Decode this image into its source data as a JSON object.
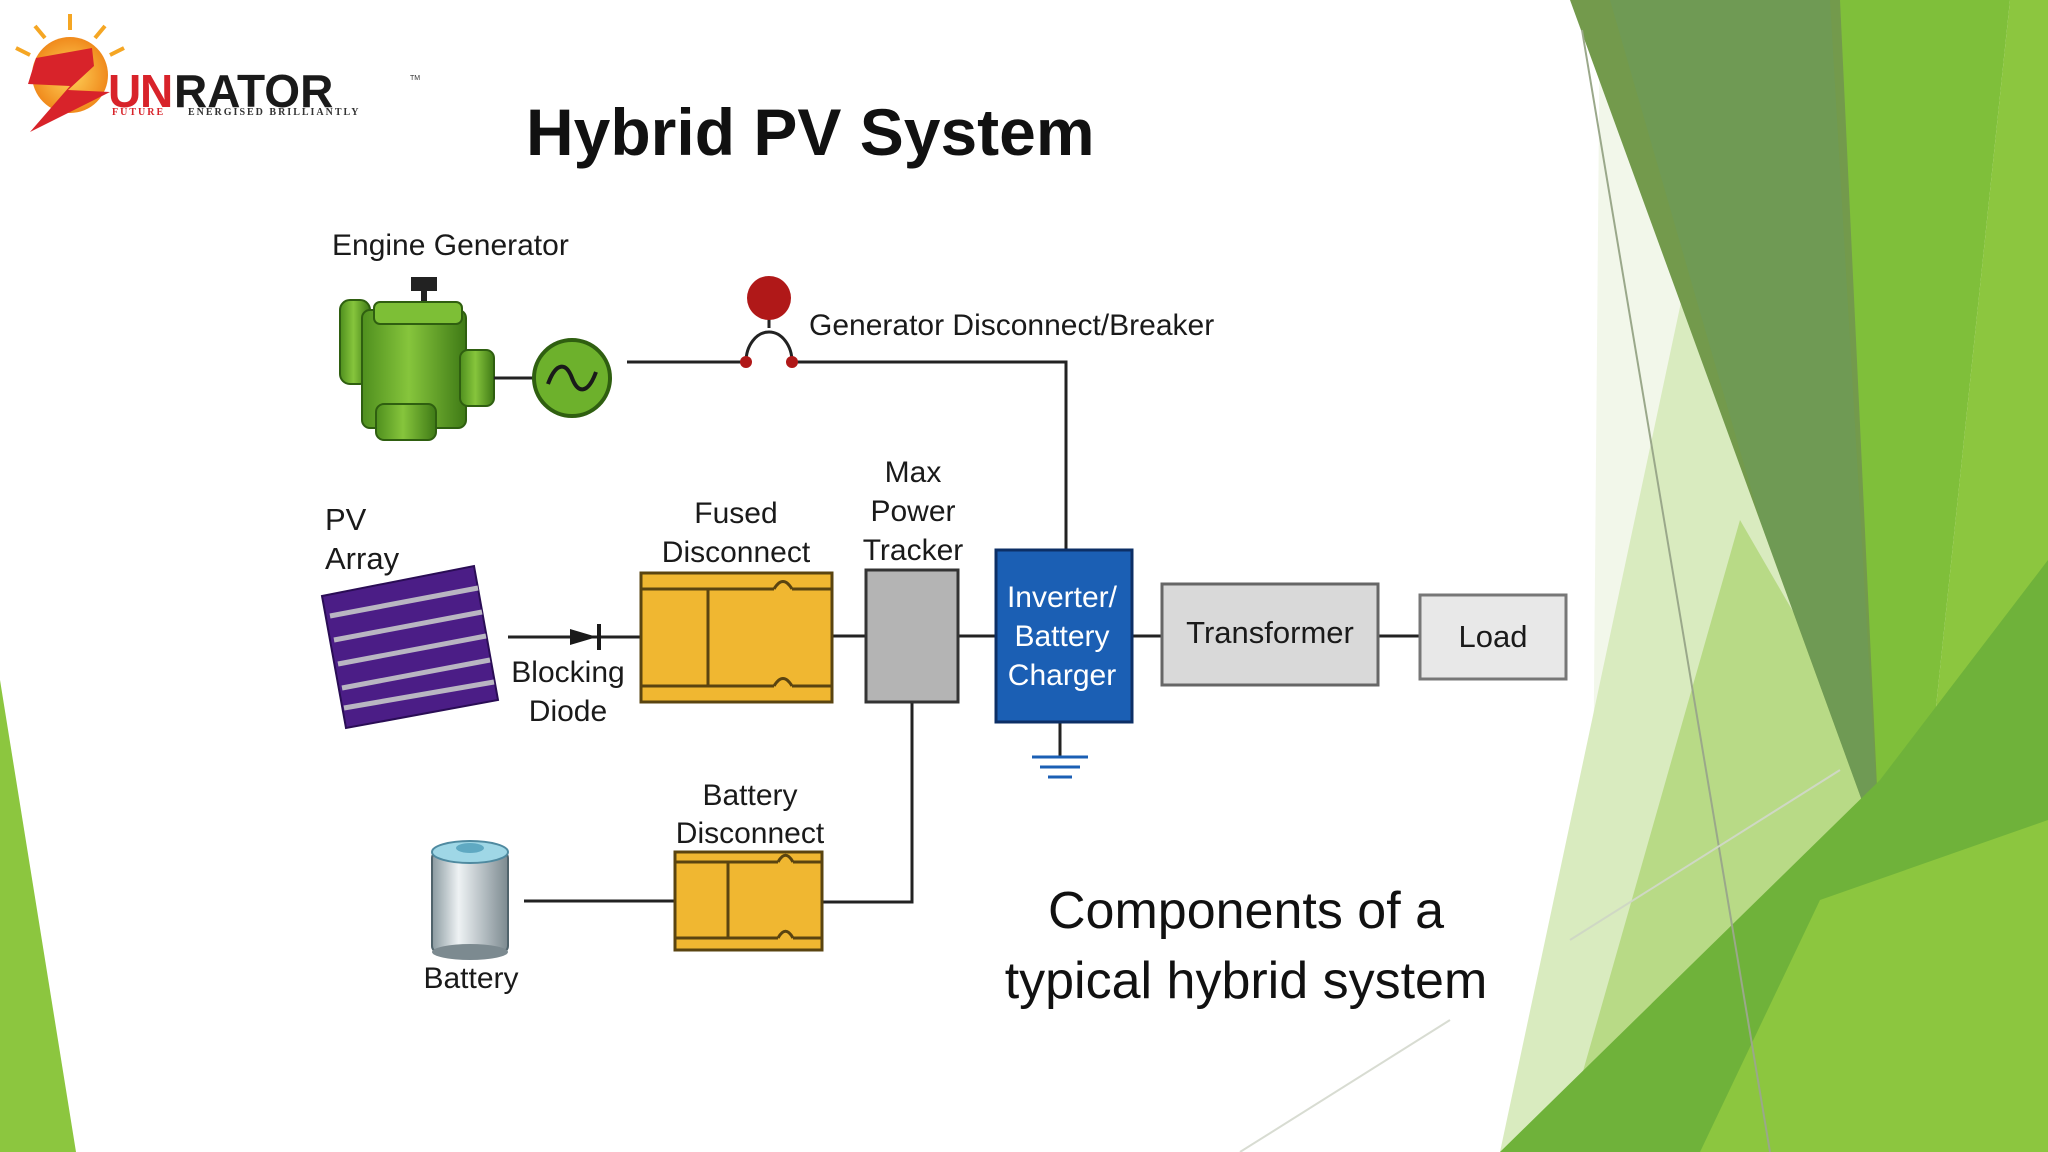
{
  "slide": {
    "title": "Hybrid PV System"
  },
  "logo": {
    "word_s": "S",
    "word_rest": "UNRATOR",
    "tm": "TM",
    "tagline_a": "FUTURE",
    "tagline_b": "ENERGISED BRILLIANTLY"
  },
  "diagram": {
    "labels": {
      "engine_generator": "Engine Generator",
      "generator_disconnect": "Generator Disconnect/Breaker",
      "pv_array_1": "PV",
      "pv_array_2": "Array",
      "blocking_diode_1": "Blocking",
      "blocking_diode_2": "Diode",
      "fused_disconnect_1": "Fused",
      "fused_disconnect_2": "Disconnect",
      "max_power_1": "Max",
      "max_power_2": "Power",
      "max_power_3": "Tracker",
      "inverter_1": "Inverter/",
      "inverter_2": "Battery",
      "inverter_3": "Charger",
      "transformer": "Transformer",
      "load": "Load",
      "battery_disconnect_1": "Battery",
      "battery_disconnect_2": "Disconnect",
      "battery": "Battery"
    },
    "caption_1": "Components of a",
    "caption_2": "typical hybrid system"
  },
  "colors": {
    "accent_green": "#7cb342",
    "dark_green": "#5e9a2e",
    "inverter_blue": "#1b5fb4",
    "disconnect_yellow": "#f0b731",
    "tracker_gray": "#b4b4b4",
    "breaker_red": "#b01818",
    "logo_red": "#d8232a",
    "logo_sun": "#f5a623"
  },
  "icons": [
    "logo-sun-icon",
    "engine-generator-icon",
    "alternator-symbol-icon",
    "breaker-icon",
    "pv-panel-icon",
    "diode-icon",
    "ground-icon",
    "battery-icon"
  ]
}
